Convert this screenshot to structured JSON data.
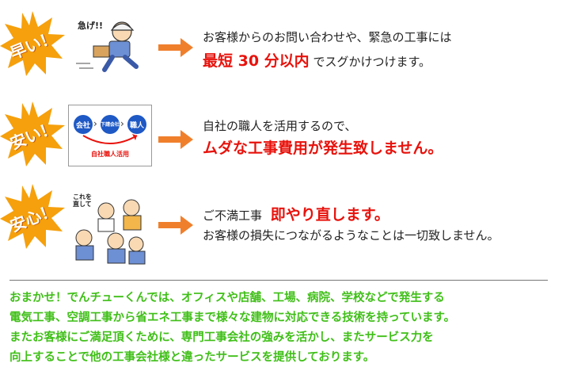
{
  "rows": [
    {
      "badge": "早い！",
      "bubble": "急げ!!",
      "line1": "お客様からのお問い合わせや、緊急の工事には",
      "line2_red": "最短 30 分以内",
      "line2_rest": "でスグかけつけます。"
    },
    {
      "badge": "安い！",
      "diagram": {
        "a": "会社",
        "b": "下請会社",
        "c": "職人",
        "caption": "自社職人活用"
      },
      "line1": "自社の職人を活用するので、",
      "line2_red": "ムダな工事費用が発生致しません。"
    },
    {
      "badge": "安心！",
      "bubble": "これを直して",
      "line1_plain": "ご不満工事",
      "line1_red": "即やり直します。",
      "line2": "お客様の損失につながるようなことは一切致しません。"
    }
  ],
  "footer": {
    "lines": [
      "おまかせ！でんチューくんでは、オフィスや店舗、工場、病院、学校などで発生する",
      "電気工事、空調工事から省エネ工事まで様々な建物に対応できる技術を持っています。",
      "またお客様にご満足頂くために、専門工事会社の強みを活かし、またサービス力を",
      "向上することで他の工事会社様と違ったサービスを提供しております。"
    ]
  },
  "colors": {
    "burst": "#f5a00c",
    "arrow": "#f07f2c",
    "accent_red": "#e8120c",
    "footer_green": "#3fbf17",
    "diagram_blue": "#1e59c5"
  }
}
